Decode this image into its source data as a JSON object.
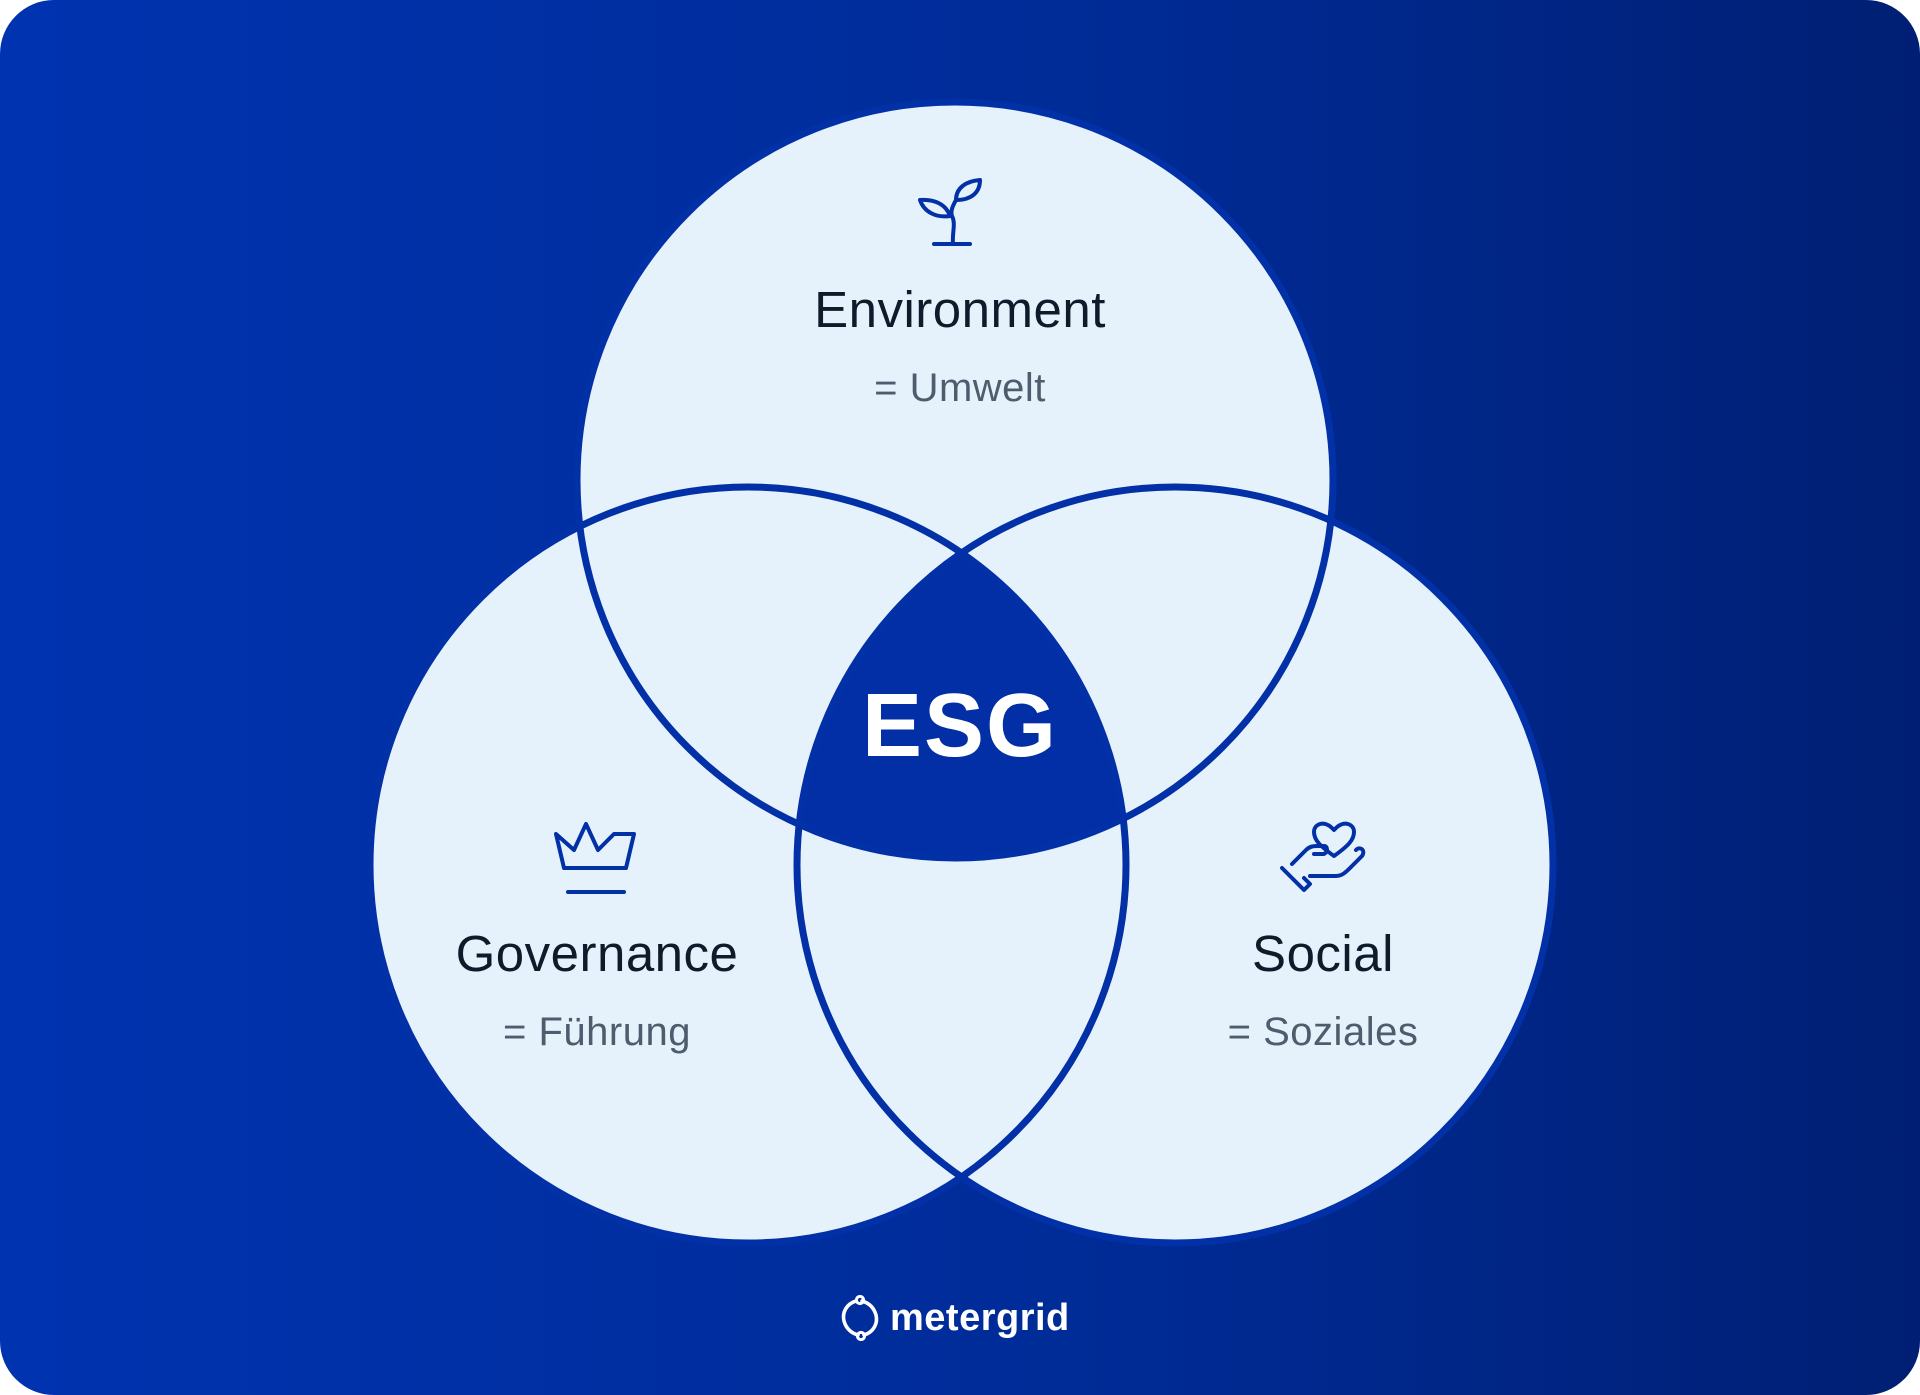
{
  "colors": {
    "background_start": "#0033b0",
    "background_end": "#001f74",
    "circle_fill": "#e6f2fb",
    "circle_stroke": "#0230a6",
    "center_fill": "#022fa5",
    "title_text": "#0d1b2a",
    "subtitle_text": "#4d5d6e"
  },
  "diagram": {
    "center_label": "ESG",
    "sets": [
      {
        "id": "environment",
        "title": "Environment",
        "subtitle": "= Umwelt",
        "icon": "sprout-icon"
      },
      {
        "id": "governance",
        "title": "Governance",
        "subtitle": "= Führung",
        "icon": "crown-icon"
      },
      {
        "id": "social",
        "title": "Social",
        "subtitle": "= Soziales",
        "icon": "heart-hand-icon"
      }
    ]
  },
  "brand": {
    "name": "metergrid",
    "icon": "metergrid-logo-icon"
  }
}
